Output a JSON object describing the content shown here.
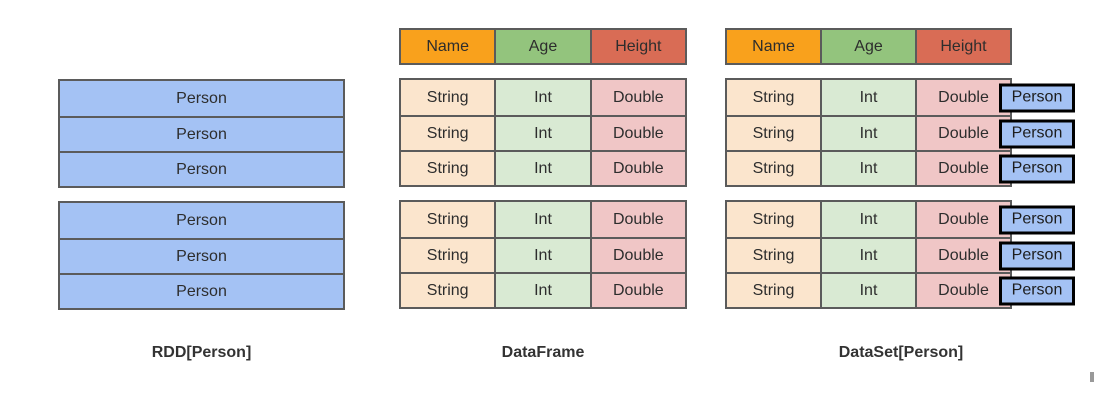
{
  "diagram": {
    "rdd": {
      "label": "RDD[Person]",
      "groups": [
        [
          "Person",
          "Person",
          "Person"
        ],
        [
          "Person",
          "Person",
          "Person"
        ]
      ]
    },
    "dataframe": {
      "label": "DataFrame",
      "header": [
        "Name",
        "Age",
        "Height"
      ],
      "groups": [
        [
          [
            "String",
            "Int",
            "Double"
          ],
          [
            "String",
            "Int",
            "Double"
          ],
          [
            "String",
            "Int",
            "Double"
          ]
        ],
        [
          [
            "String",
            "Int",
            "Double"
          ],
          [
            "String",
            "Int",
            "Double"
          ],
          [
            "String",
            "Int",
            "Double"
          ]
        ]
      ]
    },
    "dataset": {
      "label": "DataSet[Person]",
      "header": [
        "Name",
        "Age",
        "Height"
      ],
      "groups": [
        [
          [
            "String",
            "Int",
            "Double"
          ],
          [
            "String",
            "Int",
            "Double"
          ],
          [
            "String",
            "Int",
            "Double"
          ]
        ],
        [
          [
            "String",
            "Int",
            "Double"
          ],
          [
            "String",
            "Int",
            "Double"
          ],
          [
            "String",
            "Int",
            "Double"
          ]
        ]
      ],
      "chips": [
        [
          "Person",
          "Person",
          "Person"
        ],
        [
          "Person",
          "Person",
          "Person"
        ]
      ]
    }
  },
  "colors": {
    "header_name": "#F9A11C",
    "header_age": "#93C47D",
    "header_height": "#D96C55",
    "cell_string": "#FBE5CD",
    "cell_int": "#D9EAD3",
    "cell_double": "#F0C6C6",
    "person_blue": "#A4C2F4",
    "grid_border": "#5B5B5B",
    "chip_border": "#000000"
  }
}
